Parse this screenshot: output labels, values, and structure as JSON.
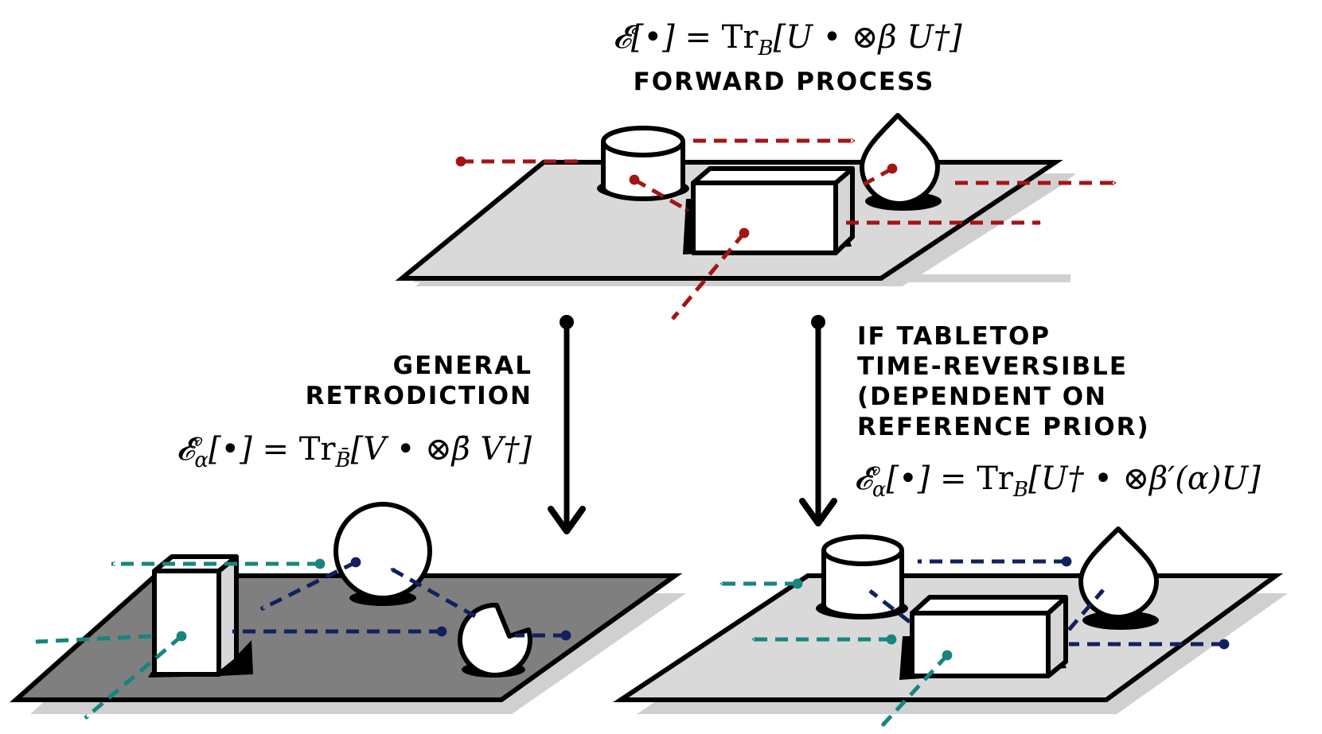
{
  "forward": {
    "label": "FORWARD PROCESS",
    "formula": {
      "lhs": "𝓔[•] = ",
      "tr": "Tr",
      "sub": "B",
      "rhs": "[U • ⊗β U†]"
    }
  },
  "general": {
    "label_line1": "GENERAL",
    "label_line2": "RETRODICTION",
    "formula": {
      "lhs": "𝓔̂",
      "lhs_sub": "α",
      "mid": "[•] = ",
      "tr": "Tr",
      "tr_sub": "B̄",
      "rhs": "[V • ⊗β̄ V†]"
    }
  },
  "reversible": {
    "label_line1": "IF TABLETOP",
    "label_line2": "TIME-REVERSIBLE",
    "label_line3": "(DEPENDENT ON",
    "label_line4": "REFERENCE PRIOR)",
    "formula": {
      "lhs": "𝓔̂",
      "lhs_sub": "α",
      "mid": "[•] = ",
      "tr": "Tr",
      "tr_sub": "B",
      "rhs": "[U† • ⊗β′(α)U]"
    }
  },
  "colors": {
    "forward_arrow": "#a31515",
    "retro_navy": "#12215e",
    "retro_teal": "#17857f",
    "platform_light": "#d9d9d9",
    "platform_dark": "#7f7f7f",
    "shadow": "#d0d0d0"
  }
}
